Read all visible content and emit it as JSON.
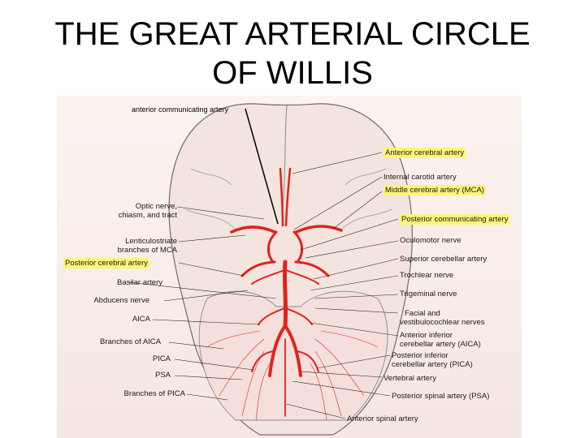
{
  "title": {
    "line1": "THE GREAT ARTERIAL CIRCLE",
    "line2": "OF WILLIS"
  },
  "annotation": "anterior communicating artery",
  "colors": {
    "artery": "#e2231a",
    "highlight": "#fff47a",
    "outline": "#6e6e6e"
  },
  "labels_right": [
    "Anterior cerebral artery",
    "Internal carotid artery",
    "Middle cerebral artery (MCA)",
    "Posterior communicating artery",
    "Oculomotor nerve",
    "Superior cerebellar artery",
    "Trochlear nerve",
    "Trigeminal nerve",
    "Facial and",
    "vestibulocochlear nerves",
    "Anterior inferior",
    "cerebellar artery (AICA)",
    "Posterior inferior",
    "cerebellar artery (PICA)",
    "Vertebral artery",
    "Posterior spinal artery (PSA)",
    "Anterior spinal artery"
  ],
  "labels_left": [
    "Optic nerve,",
    "chiasm, and tract",
    "Lenticulostriate",
    "branches of MCA",
    "Posterior cerebral artery",
    "Basilar artery",
    "Abducens nerve",
    "AICA",
    "Branches of AICA",
    "PICA",
    "PSA",
    "Branches of PICA"
  ]
}
